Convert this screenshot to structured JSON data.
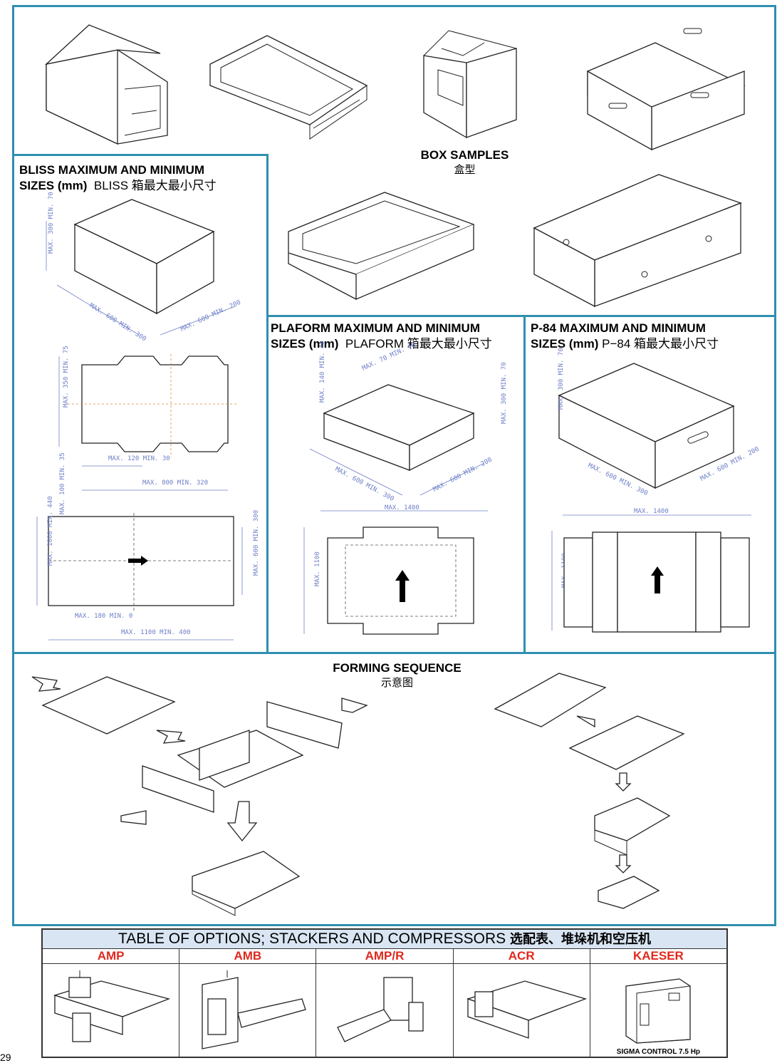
{
  "box_samples": {
    "title": "BOX SAMPLES",
    "title_cn": "盒型"
  },
  "bliss": {
    "title_line1": "BLISS MAXIMUM AND MINIMUM",
    "title_line2": "SIZES  (mm)",
    "title_cn": "BLISS 箱最大最小尺寸",
    "dims": {
      "height": "MAX. 300 MIN. 70",
      "length": "MAX. 600 MIN. 300",
      "width": "MAX. 600 MIN. 200",
      "blank_h": "MAX. 350 MIN. 75",
      "flap": "MAX. 120 MIN. 30",
      "blank_w": "MAX. 800 MIN. 320",
      "top": "MAX. 100 MIN. 35",
      "sheet_h": "MAX. 1000 MIN. 440",
      "inner_h": "MAX. 600 MIN. 300",
      "edge": "MAX. 180 MIN. 0",
      "sheet_w": "MAX. 1100 MIN. 400"
    }
  },
  "plaform": {
    "title_line1": "PLAFORM MAXIMUM AND MINIMUM",
    "title_line2": "SIZES  (mm)",
    "title_cn": "PLAFORM 箱最大最小尺寸",
    "dims": {
      "corner": "MAX. 70 MIN. 40",
      "lip": "MAX. 140 MIN. 40",
      "height": "MAX. 300 MIN. 70",
      "length": "MAX. 600 MIN. 300",
      "width": "MAX. 600 MIN. 200",
      "sheet_w": "MAX. 1400",
      "sheet_h": "MAX. 1100"
    }
  },
  "p84": {
    "title_line1": "P-84 MAXIMUM AND MINIMUM",
    "title_line2": "SIZES  (mm)",
    "title_cn": "P−84 箱最大最小尺寸",
    "dims": {
      "height": "MAX. 300 MIN. 70",
      "length": "MAX. 600 MIN. 300",
      "width": "MAX. 600 MIN. 200",
      "sheet_w": "MAX. 1400",
      "sheet_h": "MAX. 1100"
    }
  },
  "forming": {
    "title": "FORMING SEQUENCE",
    "title_cn": "示意图"
  },
  "options": {
    "title": "TABLE OF OPTIONS; STACKERS AND COMPRESSORS",
    "title_cn": "选配表、堆垛机和空压机",
    "columns": [
      "AMP",
      "AMB",
      "AMP/R",
      "ACR",
      "KAESER"
    ],
    "kaeser_caption": "SIGMA CONTROL 7.5 Hp"
  },
  "page_number": "29"
}
